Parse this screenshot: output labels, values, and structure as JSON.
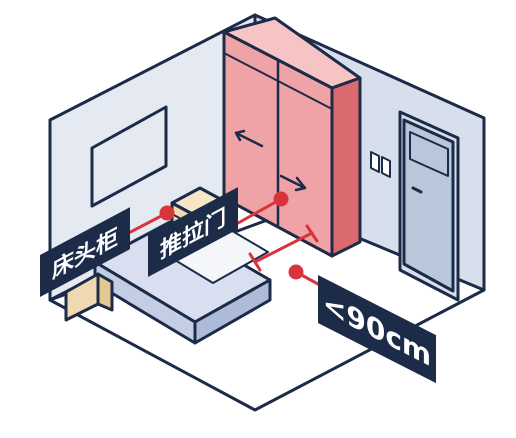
{
  "labels": {
    "nightstand": "床头柜",
    "sliding_door": "推拉门",
    "width_limit": "<90cm"
  },
  "colors": {
    "outline": "#1b2b48",
    "wall_left": "#e4e9f2",
    "wall_right": "#d7dfec",
    "floor": "#ffffff",
    "wardrobe_front": "#f0a3a7",
    "wardrobe_side": "#db6a70",
    "wardrobe_top": "#f7c4c6",
    "accent_red": "#d9343c",
    "nightstand_wood": "#f0d9b2",
    "door": "#b9c7da",
    "bed_base": "#d9dff0",
    "bed_sheet": "#f4f6fa",
    "label_bg": "#1b2b48",
    "label_text": "#ffffff"
  },
  "icons": [
    "arrow-left-icon",
    "arrow-right-icon",
    "dimension-marker-icon",
    "wall-switch-icon",
    "door-handle-icon"
  ]
}
